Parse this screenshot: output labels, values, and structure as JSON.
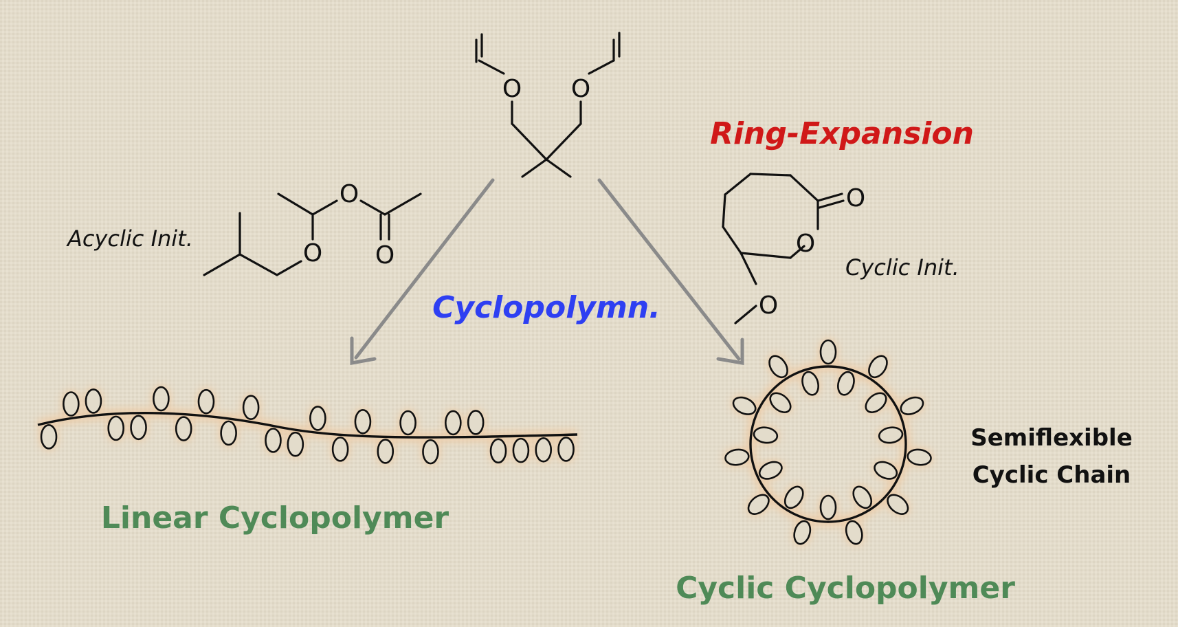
{
  "labels": {
    "acyclic_init": "Acyclic Init.",
    "cyclic_init": "Cyclic Init.",
    "cyclopolymn": "Cyclopolymn.",
    "ring_expansion": "Ring-Expansion",
    "linear_product": "Linear Cyclopolymer",
    "cyclic_product": "Cyclic Cyclopolymer",
    "semiflexible_line1": "Semiflexible",
    "semiflexible_line2": "Cyclic Chain"
  },
  "atoms": {
    "oxygen": "O"
  },
  "colors": {
    "background": "#e3dccb",
    "ink": "#111111",
    "arrow": "#8a8a8a",
    "cyclopolymn": "#2e3ff2",
    "ring_expansion": "#d01818",
    "product": "#4f8a57",
    "glow": "#f0c9a0"
  },
  "polymer": {
    "linear_pendant_count": 24,
    "cyclic_pendant_count": 22
  }
}
